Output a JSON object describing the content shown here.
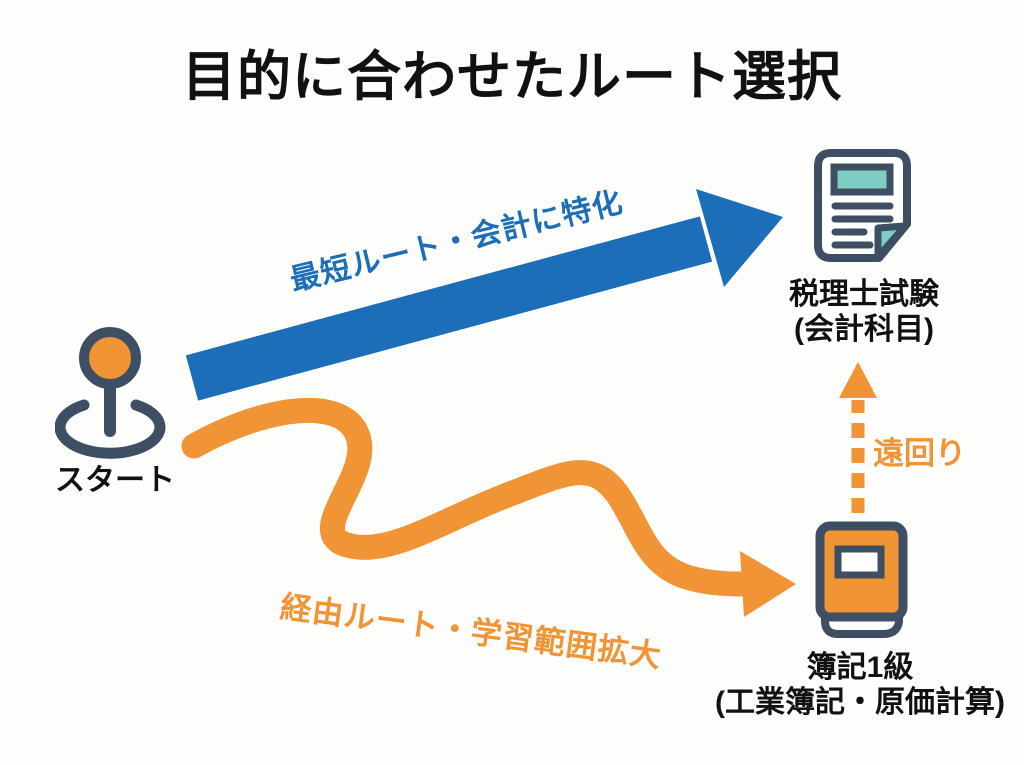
{
  "title": "目的に合わせたルート選択",
  "colors": {
    "blue": "#1c6eb8",
    "orange": "#f09435",
    "dark_outline": "#3e4e63",
    "teal": "#7fccc3",
    "text": "#111111",
    "background": "#fdfdfb"
  },
  "start": {
    "label": "スタート",
    "icon": "map-pin-icon"
  },
  "routes": {
    "direct": {
      "label": "最短ルート・会計に特化",
      "color": "#1c6eb8",
      "style": "straight-arrow",
      "from": "スタート",
      "to": "税理士試験"
    },
    "detour": {
      "label": "経由ルート・学習範囲拡大",
      "color": "#f09435",
      "style": "wavy-arrow",
      "from": "スタート",
      "to": "簿記1級"
    }
  },
  "destinations": {
    "exam": {
      "title": "税理士試験",
      "subtitle": "(会計科目)",
      "icon": "document-icon"
    },
    "bookkeeping": {
      "title": "簿記1級",
      "subtitle": "(工業簿記・原価計算)",
      "icon": "book-icon"
    }
  },
  "detour_link": {
    "label": "遠回り",
    "style": "dashed-arrow-up",
    "from": "簿記1級",
    "to": "税理士試験"
  }
}
